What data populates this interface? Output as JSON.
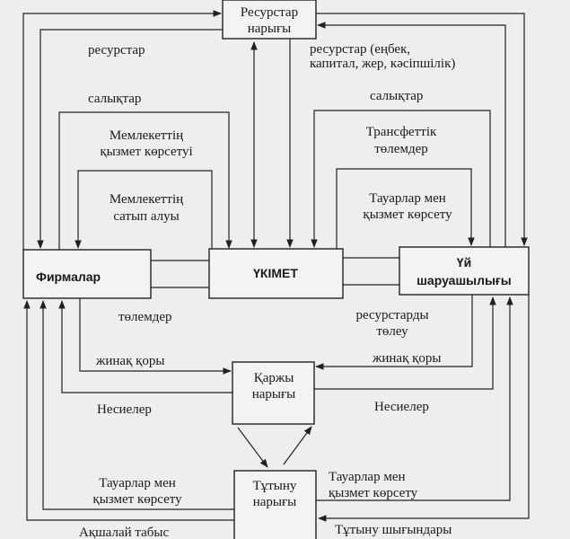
{
  "nodes": {
    "resource_market": [
      "Ресурстар",
      "нарығы"
    ],
    "firms": "Фирмалар",
    "government": "ҮКІМЕТ",
    "households": [
      "Үй",
      "шаруашылығы"
    ],
    "financial_market": [
      "Қаржы",
      "нарығы"
    ],
    "consumer_market": [
      "Тұтыну",
      "нарығы"
    ]
  },
  "labels": {
    "resources_left": "ресурстар",
    "resources_right": [
      "ресурстар (еңбек,",
      "капитал, жер, кәсіпшілік)"
    ],
    "taxes_left": "салықтар",
    "taxes_right": "салықтар",
    "gov_services": [
      "Мемлекеттің",
      "қызмет көрсетуі"
    ],
    "gov_purchases": [
      "Мемлекеттің",
      "сатып алуы"
    ],
    "transfers": [
      "Трансфеттік",
      "төлемдер"
    ],
    "goods_services_top": [
      "Тауарлар мен",
      "қызмет көрсету"
    ],
    "payments": "төлемдер",
    "resource_payments": [
      "ресурстарды",
      "төлеу"
    ],
    "savings_left": "жинақ қоры",
    "savings_right": "жинақ қоры",
    "loans_left": "Несиелер",
    "loans_right": "Несиелер",
    "goods_services_left": [
      "Тауарлар мен",
      "қызмет көрсету"
    ],
    "goods_services_right": [
      "Тауарлар мен",
      "қызмет көрсету"
    ],
    "money_income": "Ақшалай табыс",
    "consumer_spending": "Тұтыну шығындары"
  }
}
